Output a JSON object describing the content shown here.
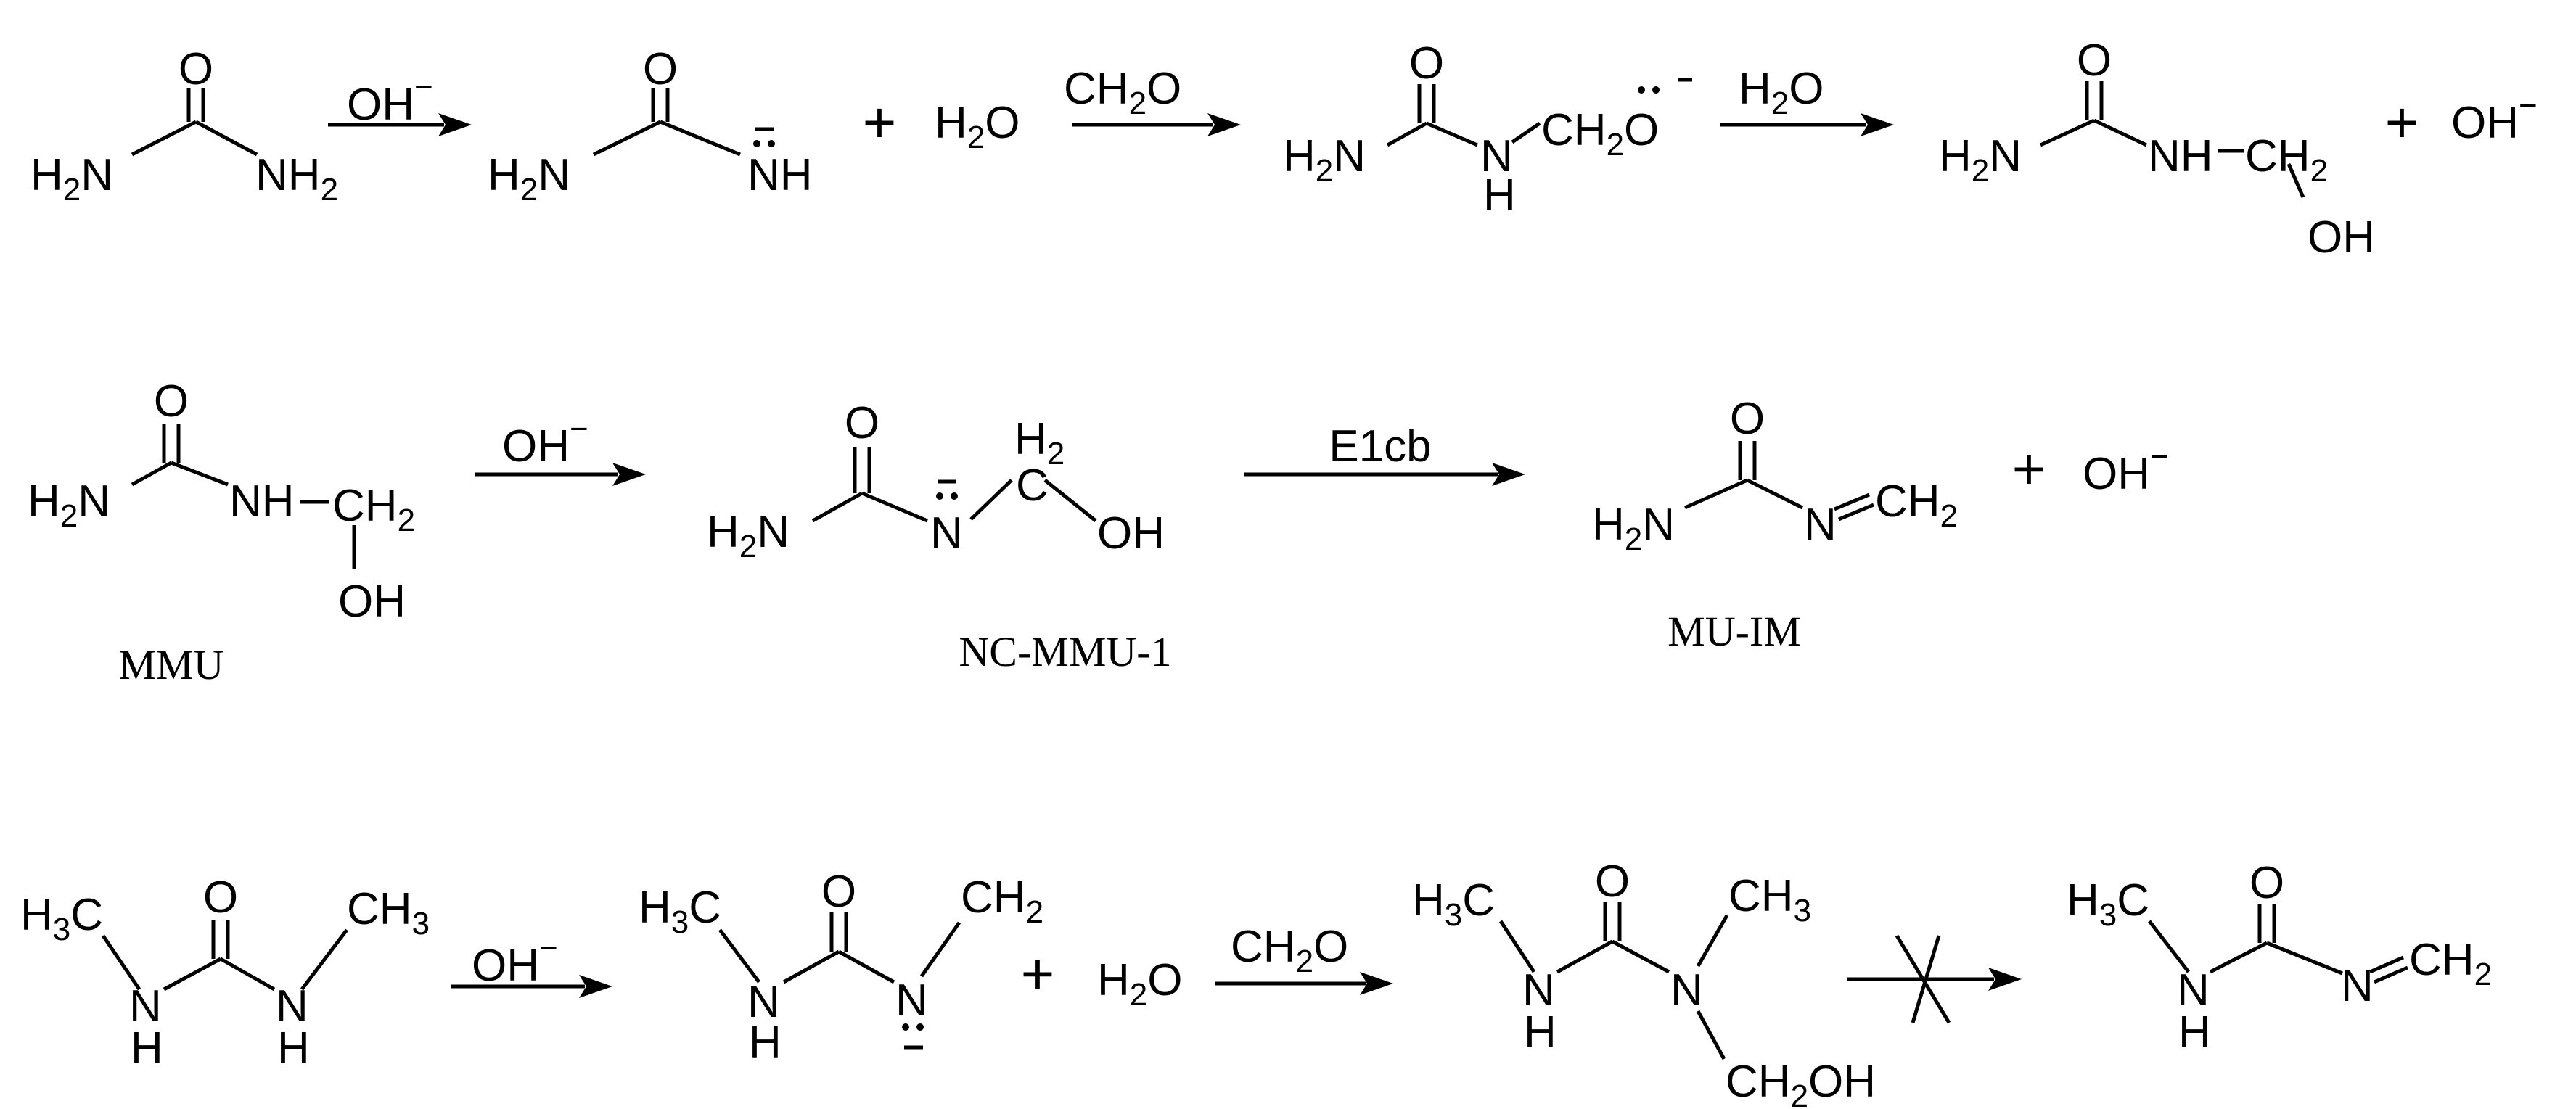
{
  "row1": {
    "urea": {
      "o": "O",
      "n_left": "H2N",
      "n_right": "NH2"
    },
    "arrow1_reagent": "OH−",
    "anion": {
      "o": "O",
      "n_left": "H2N",
      "nh": "NH"
    },
    "plus1": "+",
    "water": "H2O",
    "arrow2_reagent": "CH2O",
    "alkoxide": {
      "o": "O",
      "n_left": "H2N",
      "nh": "N",
      "h": "H",
      "ch2o": "CH2O"
    },
    "arrow3_reagent": "H2O",
    "product": {
      "o": "O",
      "n_left": "H2N",
      "nh": "NH",
      "ch2": "CH2",
      "oh": "OH"
    },
    "plus2": "+",
    "hydroxide": "OH−"
  },
  "row2": {
    "mmu": {
      "o": "O",
      "n_left": "H2N",
      "nh": "NH",
      "ch2": "CH2",
      "oh": "OH",
      "caption": "MMU"
    },
    "arrow1_reagent": "OH−",
    "nc_mmu": {
      "o": "O",
      "n_left": "H2N",
      "n": "N",
      "h2": "H2",
      "c": "C",
      "oh": "OH",
      "caption": "NC-MMU-1"
    },
    "arrow2_reagent": "E1cb",
    "mu_im": {
      "o": "O",
      "n_left": "H2N",
      "n": "N",
      "ch2": "CH2",
      "caption": "MU-IM"
    },
    "plus": "+",
    "hydroxide": "OH−"
  },
  "row3": {
    "dmu": {
      "o": "O",
      "ch3_left": "H3C",
      "ch3_right": "CH3",
      "nh_left": "N",
      "h_left": "H",
      "nh_right": "N",
      "h_right": "H"
    },
    "arrow1_reagent": "OH−",
    "anion": {
      "o": "O",
      "ch3_left": "H3C",
      "nh_left": "N",
      "h_left": "H",
      "n": "N",
      "ch2": "CH2"
    },
    "plus": "+",
    "water": "H2O",
    "arrow2_reagent": "CH2O",
    "adduct": {
      "o": "O",
      "ch3_left": "H3C",
      "ch3_right": "CH3",
      "nh_left": "N",
      "h_left": "H",
      "n": "N",
      "ch2oh": "CH2OH"
    },
    "arrow3_blocked": true,
    "imine": {
      "o": "O",
      "ch3_left": "H3C",
      "nh": "N",
      "h": "H",
      "n": "N",
      "ch2": "CH2"
    }
  }
}
